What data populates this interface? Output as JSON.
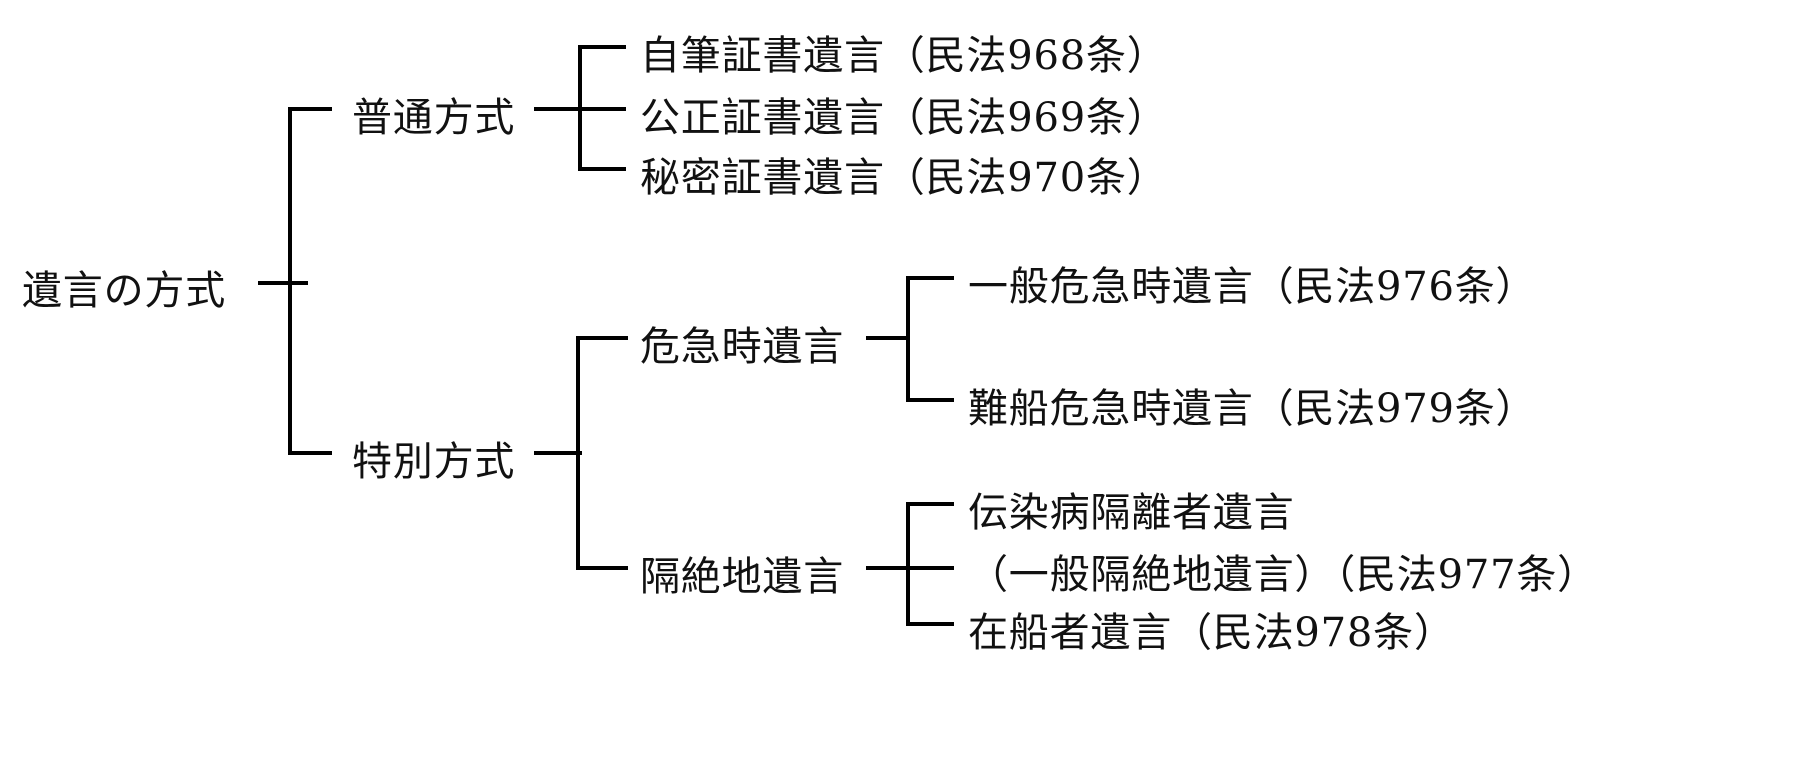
{
  "diagram": {
    "title": "遺言の方式",
    "type": "tree",
    "orientation": "left-to-right",
    "line_color": "#000000",
    "text_color": "#111111",
    "background_color": "#ffffff",
    "root": {
      "label": "遺言の方式"
    },
    "branches": [
      {
        "label": "普通方式",
        "children": [
          {
            "label": "自筆証書遺言（民法968条）"
          },
          {
            "label": "公正証書遺言（民法969条）"
          },
          {
            "label": "秘密証書遺言（民法970条）"
          }
        ]
      },
      {
        "label": "特別方式",
        "children": [
          {
            "label": "危急時遺言",
            "children": [
              {
                "label": "一般危急時遺言（民法976条）"
              },
              {
                "label": "難船危急時遺言（民法979条）"
              }
            ]
          },
          {
            "label": "隔絶地遺言",
            "children": [
              {
                "label": "伝染病隔離者遺言"
              },
              {
                "label": "（一般隔絶地遺言）（民法977条）"
              },
              {
                "label": "在船者遺言（民法978条）"
              }
            ]
          }
        ]
      }
    ]
  }
}
